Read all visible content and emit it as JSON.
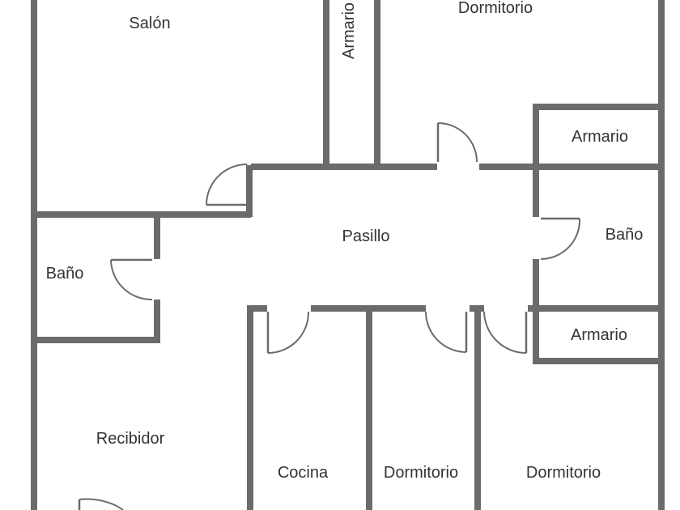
{
  "colors": {
    "wall": "#6b6b6b",
    "label": "#333333",
    "background": "#ffffff"
  },
  "rooms": {
    "salon": "Salón",
    "armario_top": "Armario",
    "dormitorio_top": "Dormitorio",
    "armario_right_top": "Armario",
    "pasillo": "Pasillo",
    "bano_right": "Baño",
    "bano_left": "Baño",
    "armario_right_bottom": "Armario",
    "recibidor": "Recibidor",
    "cocina": "Cocina",
    "dormitorio_middle": "Dormitorio",
    "dormitorio_right": "Dormitorio"
  }
}
